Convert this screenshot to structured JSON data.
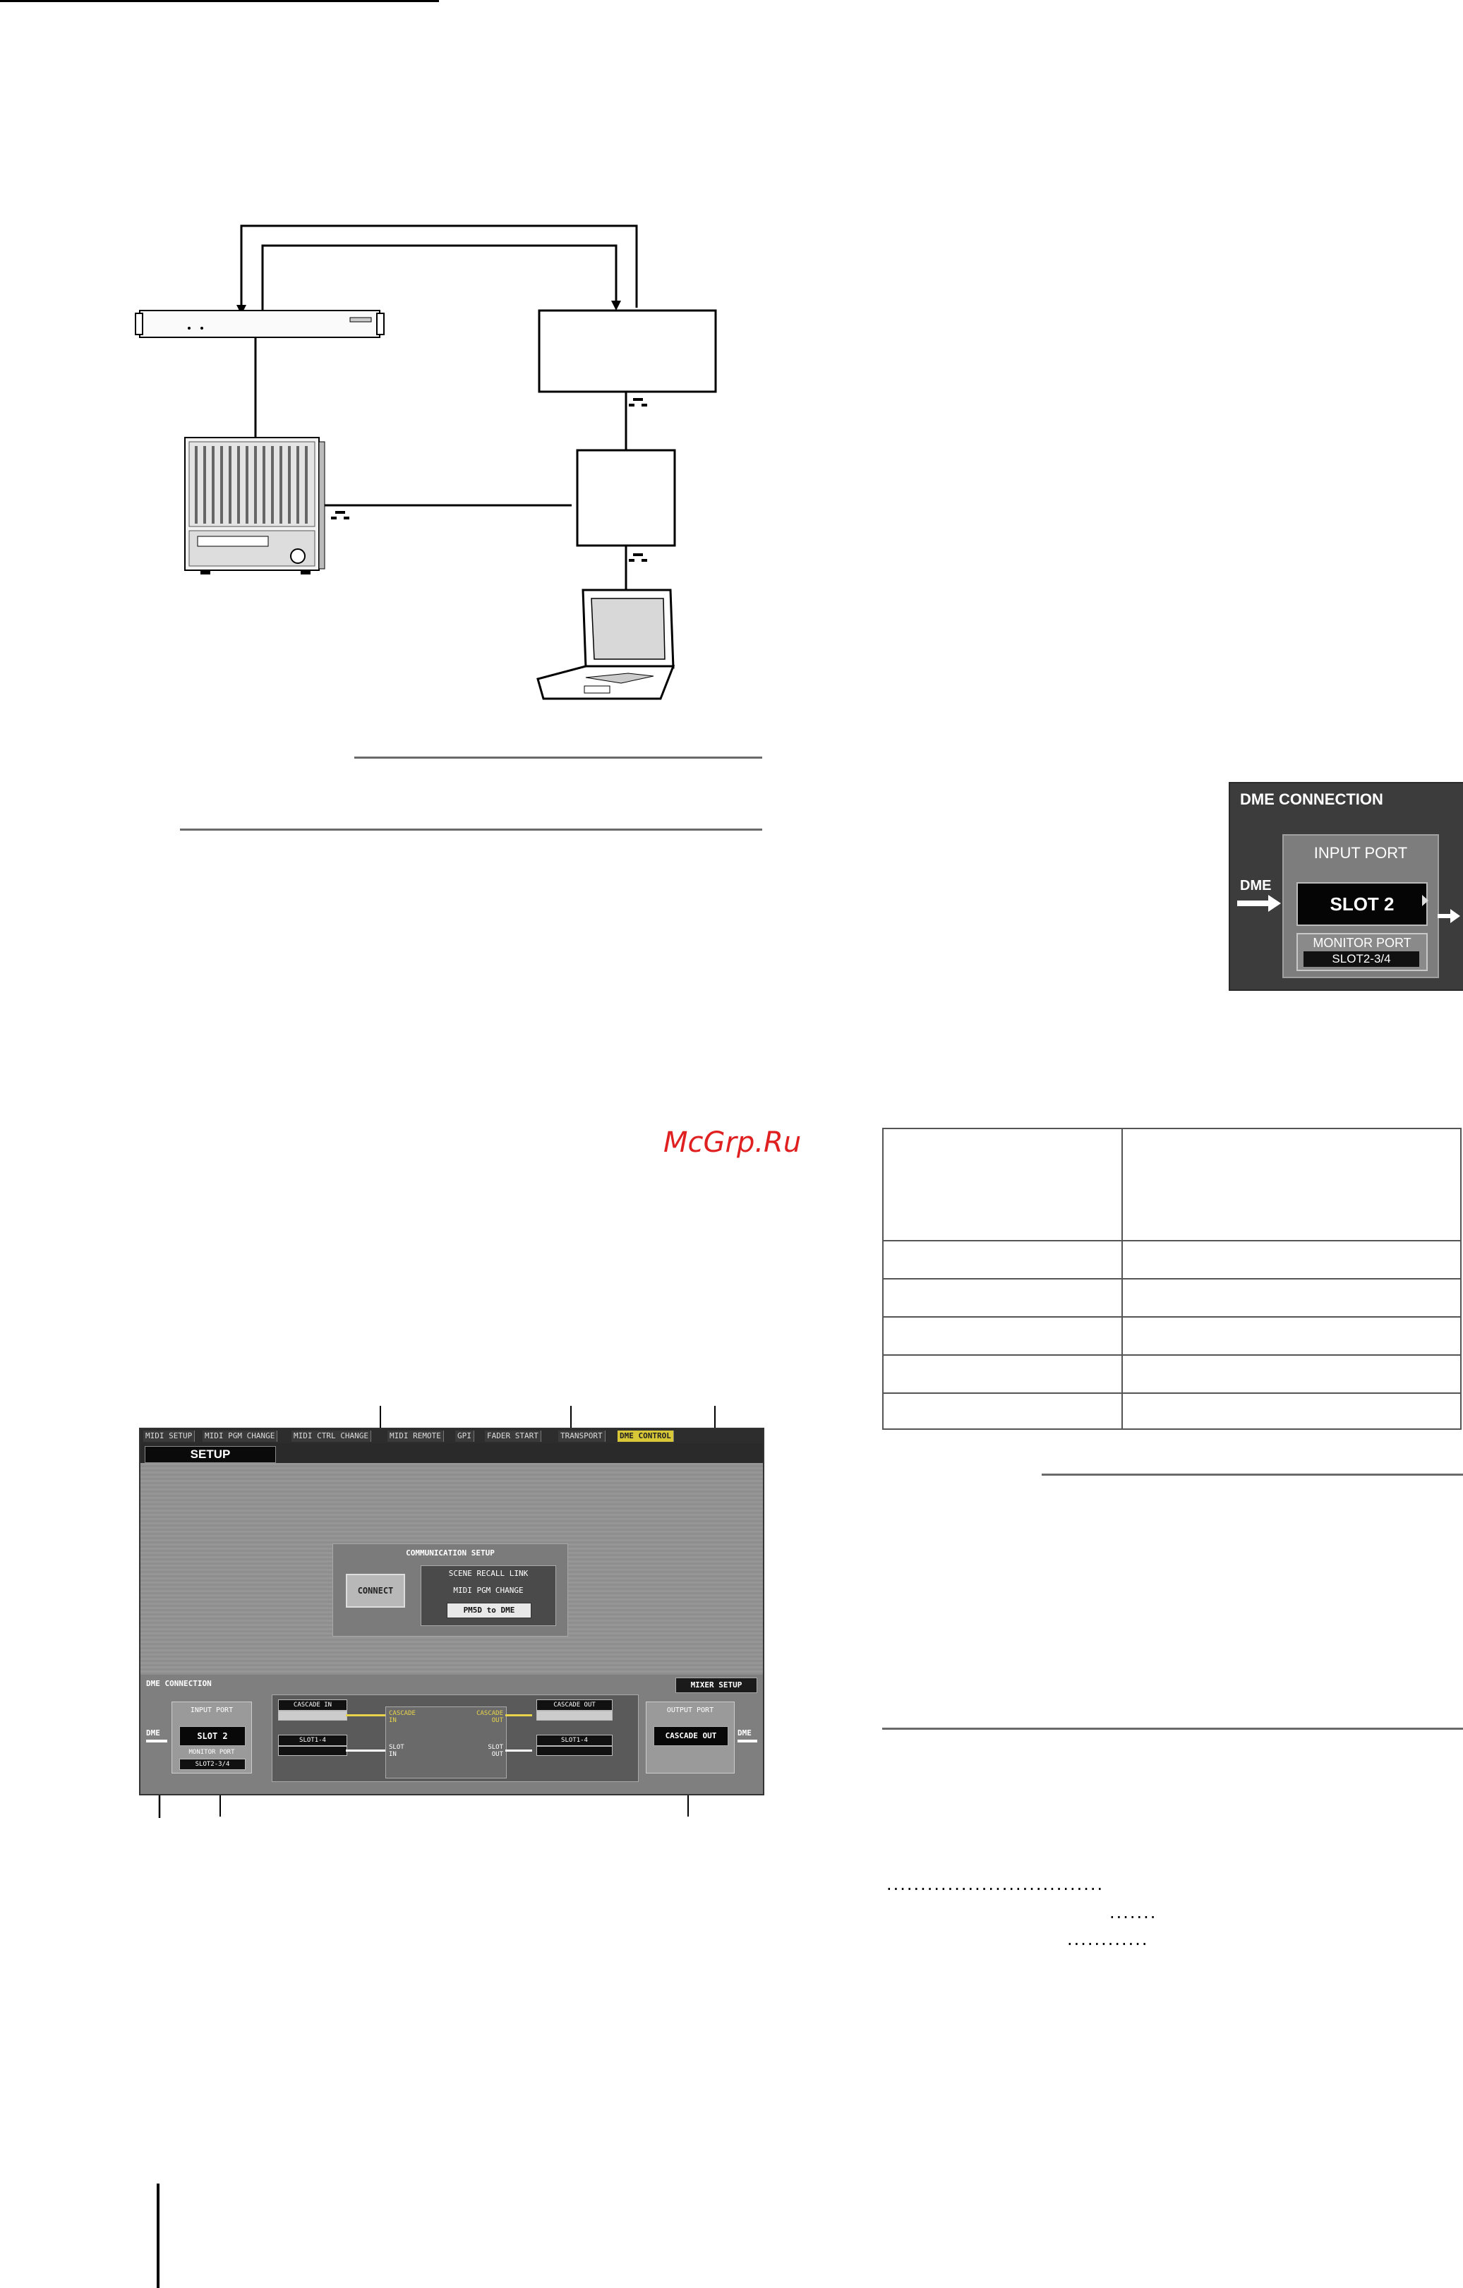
{
  "watermark": "McGrp.Ru",
  "inset": {
    "title": "DME CONNECTION",
    "input_port_title": "INPUT PORT",
    "slot": "SLOT 2",
    "monitor_port_label": "MONITOR PORT",
    "monitor_port_value": "SLOT2-3/4",
    "dme_label": "DME"
  },
  "screen": {
    "tabs": [
      "MIDI SETUP",
      "MIDI PGM CHANGE",
      "MIDI CTRL CHANGE",
      "MIDI REMOTE",
      "GPI",
      "FADER START",
      "TRANSPORT",
      "DME CONTROL"
    ],
    "active_tab": "DME CONTROL",
    "page_title": "SETUP",
    "communication_setup": "COMMUNICATION SETUP",
    "connect_label": "CONNECT",
    "scene_recall_link": "SCENE RECALL LINK",
    "midi_pgm_change": "MIDI PGM CHANGE",
    "pmsd_label": "PM5D to DME",
    "dme_connection": "DME CONNECTION",
    "mixer_setup": "MIXER SETUP",
    "input_port": "INPUT PORT",
    "input_slot": "SLOT 2",
    "monitor_port": "MONITOR PORT",
    "monitor_value": "SLOT2-3/4",
    "dme_in": "DME",
    "dme_out": "DME",
    "cascade_in_field": "CASCADE IN",
    "slot_in_field": "SLOT1-4",
    "cascade_in_label": "CASCADE IN",
    "cascade_out_label": "CASCADE OUT",
    "slot_in_label": "SLOT IN",
    "slot_out_label": "SLOT OUT",
    "cascade_out_field": "CASCADE OUT",
    "slot_out_field": "SLOT1-4",
    "output_port": "OUTPUT PORT",
    "output_value": "CASCADE OUT"
  },
  "toc_leaders": [
    "................................",
    ".......",
    "............"
  ]
}
